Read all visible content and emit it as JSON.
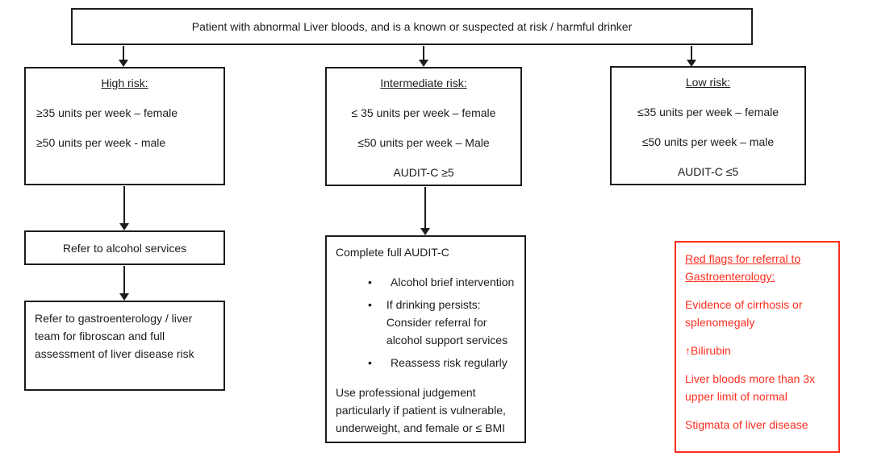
{
  "colors": {
    "ink": "#1c1c1c",
    "red_flag": "#fb2e1f",
    "background": "#ffffff"
  },
  "flowchart": {
    "patient": {
      "text": "Patient with abnormal Liver bloods, and is a known or suspected at risk / harmful drinker"
    },
    "high_risk": {
      "title": "High risk:",
      "lines": [
        "≥35 units per week – female",
        "≥50 units per week - male"
      ]
    },
    "intermediate_risk": {
      "title": "Intermediate risk:",
      "lines": [
        "≤ 35 units per week – female",
        "≤50 units per week – Male",
        "AUDIT-C ≥5"
      ]
    },
    "low_risk": {
      "title": "Low risk:",
      "lines": [
        "≤35 units per week – female",
        "≤50 units per week – male",
        "AUDIT-C ≤5"
      ]
    },
    "refer_alcohol": {
      "text": "Refer to alcohol services"
    },
    "refer_gastro": {
      "text": "Refer to gastroenterology / liver team for fibroscan and full assessment of liver disease risk"
    },
    "audit": {
      "title": "Complete full AUDIT-C",
      "bullet_char": "•",
      "bullets": [
        "Alcohol brief intervention",
        "If drinking persists: Consider referral for alcohol support services",
        "Reassess risk regularly"
      ],
      "note": "Use professional judgement particularly if patient is vulnerable, underweight, and female or ≤ BMI"
    },
    "red_flags": {
      "title": "Red flags for referral to Gastroenterology:",
      "items": [
        "Evidence of cirrhosis or splenomegaly",
        "↑Bilirubin",
        "Liver bloods more than 3x upper limit of normal",
        "Stigmata of liver disease"
      ]
    }
  }
}
